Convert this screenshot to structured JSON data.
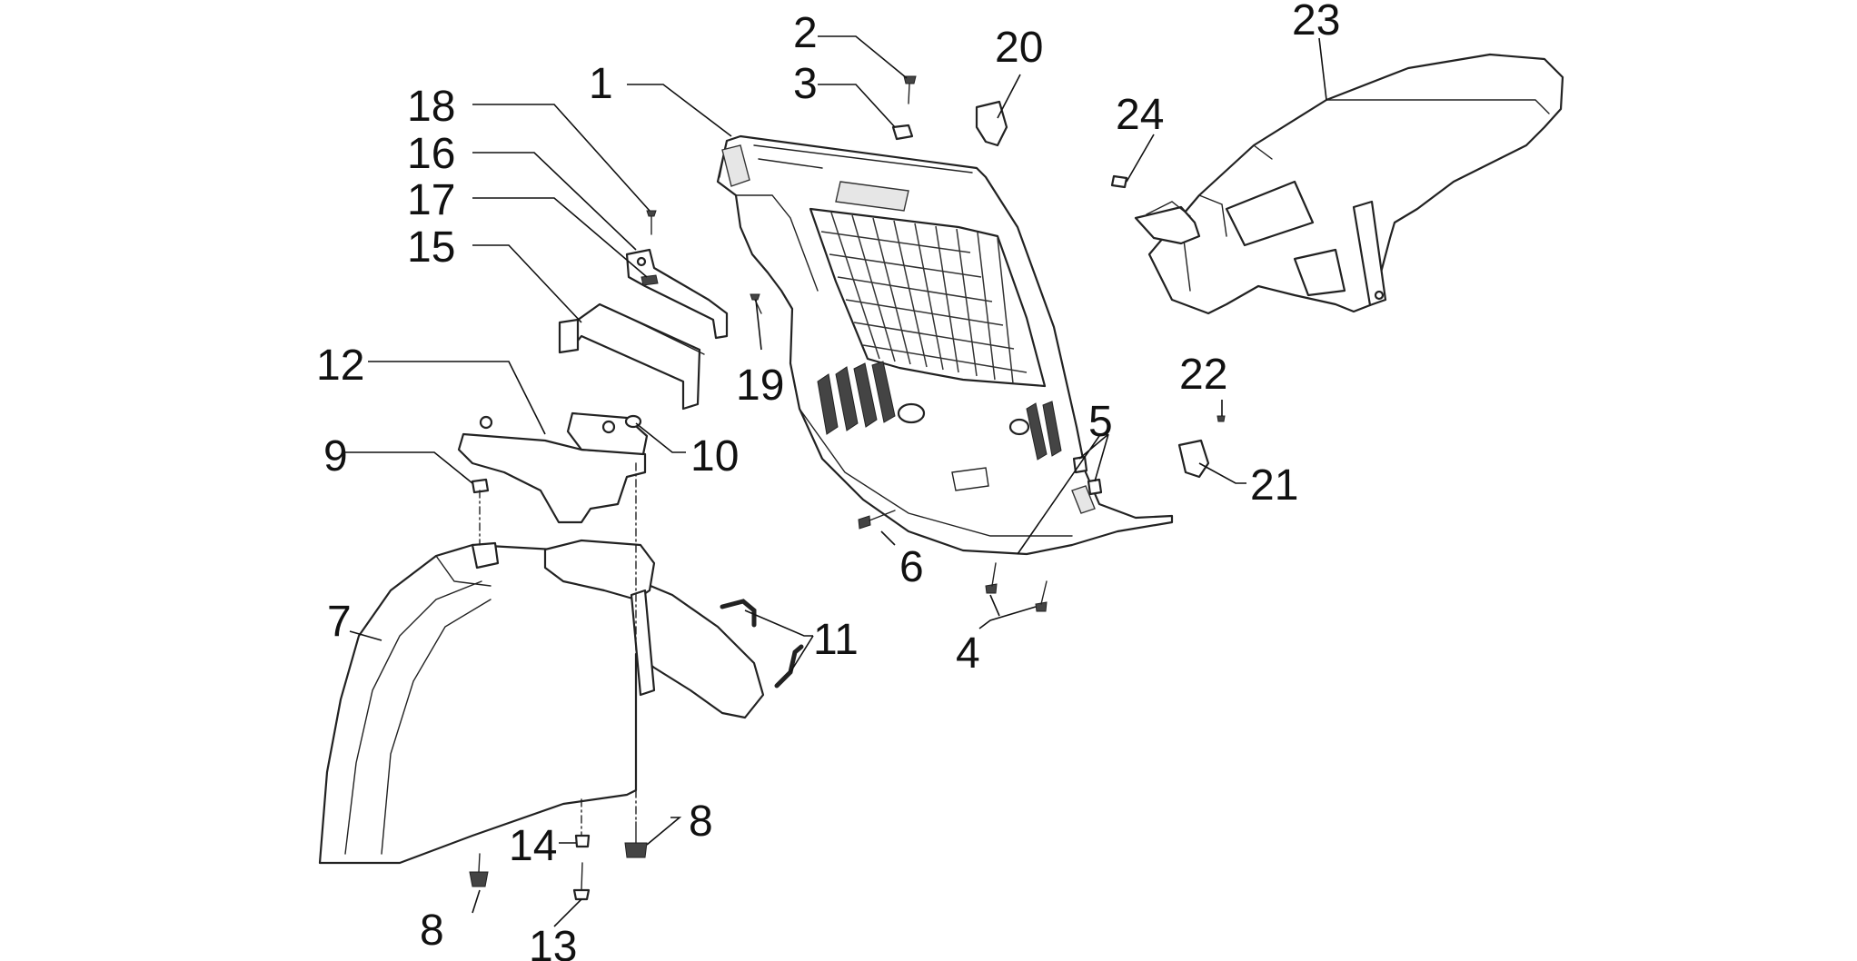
{
  "callouts": [
    {
      "id": "1",
      "text": "1"
    },
    {
      "id": "2",
      "text": "2"
    },
    {
      "id": "3",
      "text": "3"
    },
    {
      "id": "4",
      "text": "4"
    },
    {
      "id": "5",
      "text": "5"
    },
    {
      "id": "6",
      "text": "6"
    },
    {
      "id": "7",
      "text": "7"
    },
    {
      "id": "8a",
      "text": "8"
    },
    {
      "id": "8b",
      "text": "8"
    },
    {
      "id": "9",
      "text": "9"
    },
    {
      "id": "10",
      "text": "10"
    },
    {
      "id": "11",
      "text": "11"
    },
    {
      "id": "12",
      "text": "12"
    },
    {
      "id": "13",
      "text": "13"
    },
    {
      "id": "14",
      "text": "14"
    },
    {
      "id": "15",
      "text": "15"
    },
    {
      "id": "16",
      "text": "16"
    },
    {
      "id": "17",
      "text": "17"
    },
    {
      "id": "18",
      "text": "18"
    },
    {
      "id": "19",
      "text": "19"
    },
    {
      "id": "20",
      "text": "20"
    },
    {
      "id": "21",
      "text": "21"
    },
    {
      "id": "22",
      "text": "22"
    },
    {
      "id": "23",
      "text": "23"
    },
    {
      "id": "24",
      "text": "24"
    }
  ],
  "colors": {
    "line": "#222222",
    "background": "#ffffff"
  }
}
